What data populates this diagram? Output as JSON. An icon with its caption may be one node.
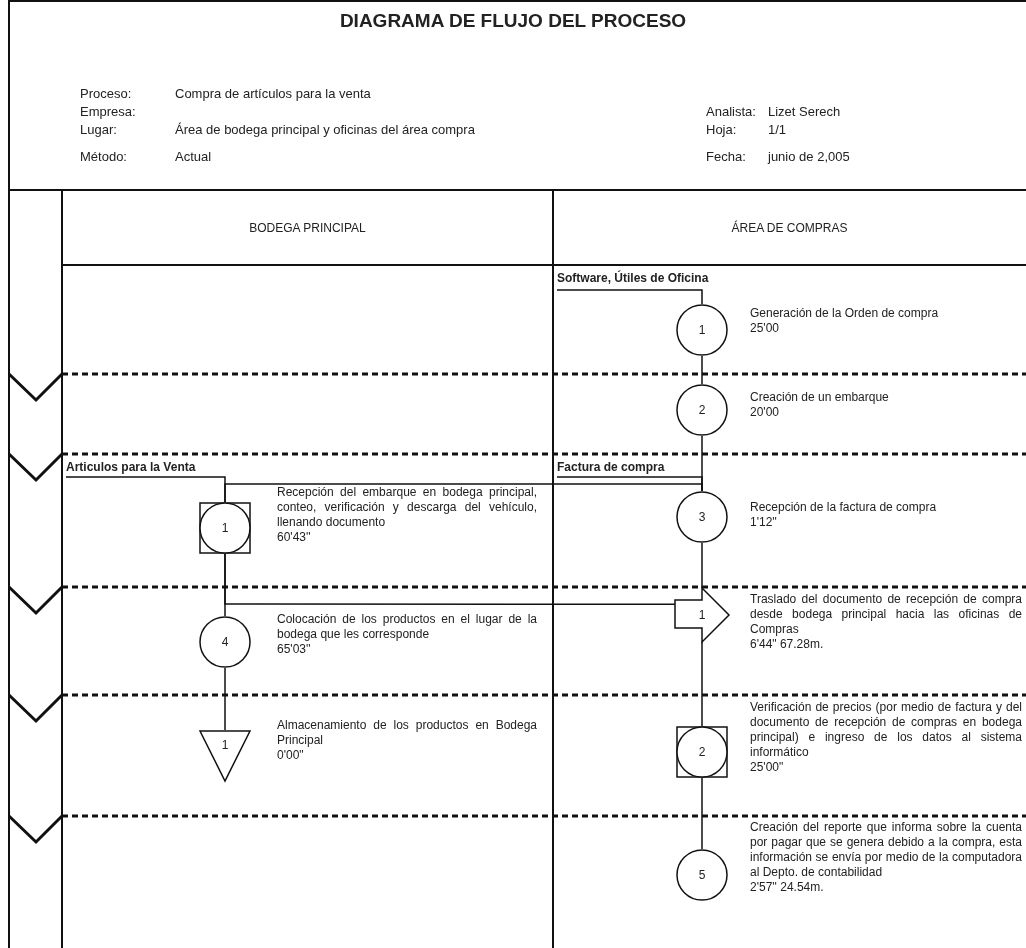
{
  "diagram": {
    "title": "DIAGRAMA DE FLUJO DEL PROCESO",
    "nodes": [
      {
        "text": [
          "Software, Útiles de Oficina"
        ]
      },
      {
        "text": [
          "1"
        ],
        "beside": [
          "Generación de la Orden de compra",
          "25'00"
        ]
      },
      {
        "text": [
          "2"
        ],
        "beside": [
          "Creación de un embarque",
          "20'00"
        ]
      },
      {
        "text": [
          "Articulos para la Venta"
        ]
      },
      {
        "text": [
          "Factura de compra"
        ]
      },
      {
        "text": [
          "1"
        ],
        "beside": [
          "Recepción del embarque en bodega principal, conteo, verificación y descarga del vehículo, llenando documento",
          "60'43''"
        ]
      },
      {
        "text": [
          "3"
        ],
        "beside": [
          "Recepción de la factura de compra",
          "1'12''"
        ]
      },
      {
        "text": [
          "4"
        ],
        "beside": [
          "Colocación de los productos en el lugar de la bodega que les corresponde",
          "65'03''"
        ]
      },
      {
        "text": [
          "1"
        ],
        "beside": [
          "Traslado del documento de recepción de compra desde bodega principal hacia las oficinas de Compras",
          "6'44\" 67.28m."
        ]
      },
      {
        "text": [
          "1"
        ],
        "beside": [
          "Almacenamiento de los productos en Bodega Principal",
          "0'00\""
        ]
      },
      {
        "text": [
          "2"
        ],
        "beside": [
          "Verificación de precios (por medio de factura y del documento de recepción de compras en bodega principal) e ingreso de los datos al sistema informático",
          "25'00\""
        ]
      },
      {
        "text": [
          "5"
        ],
        "beside": [
          "Creación del reporte que informa sobre la cuenta por pagar que se genera debido a la compra, esta información se envía por medio de la computadora al Depto. de contabilidad",
          "2'57'' 24.54m."
        ]
      }
    ],
    "edges": [
      {
        "from": 0,
        "to": 1,
        "arrow": "none"
      },
      {
        "from": 1,
        "to": 2,
        "arrow": "none"
      },
      {
        "from": 2,
        "to": 6,
        "arrow": "none"
      },
      {
        "from": 4,
        "to": 6,
        "arrow": "none"
      },
      {
        "from": 3,
        "to": 5,
        "arrow": "none"
      },
      {
        "from": 5,
        "to": 6,
        "arrow": "none"
      },
      {
        "from": 6,
        "to": 8,
        "arrow": "none"
      },
      {
        "from": 5,
        "to": 7,
        "arrow": "none"
      },
      {
        "from": 5,
        "to": 8,
        "arrow": "none"
      },
      {
        "from": 7,
        "to": 9,
        "arrow": "none"
      },
      {
        "from": 8,
        "to": 10,
        "arrow": "none"
      },
      {
        "from": 10,
        "to": 11,
        "arrow": "none"
      }
    ],
    "labels": [
      "Proceso:",
      "Compra de artículos para la venta",
      "Empresa:",
      "Analista:",
      "Lizet Serech",
      "Lugar:",
      "Área de bodega principal y oficinas del área compra",
      "Hoja:",
      "1/1",
      "Método:",
      "Actual",
      "Fecha:",
      "junio de 2,005",
      "BODEGA PRINCIPAL",
      "ÁREA DE COMPRAS"
    ]
  }
}
